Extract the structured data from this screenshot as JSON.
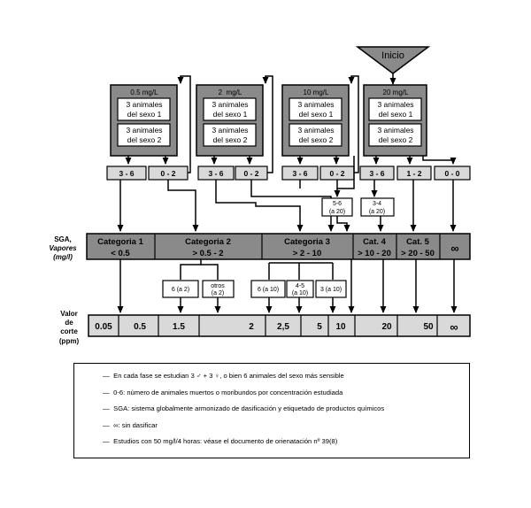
{
  "start_label": "Inicio",
  "concentrations": [
    "0.5 mg/L",
    "2  mg/L",
    "10 mg/L",
    "20 mg/L"
  ],
  "box_sex1": "3 animales del sexo 1",
  "box_sex2": "3 animales del sexo 2",
  "box_line1": "3 animales",
  "box_line2_s1": "del sexo 1",
  "box_line2_s2": "del sexo 2",
  "results": [
    "3 - 6",
    "0 - 2",
    "3 - 6",
    "0 - 2",
    "3 - 6",
    "0 - 2",
    "3 - 6",
    "1 - 2",
    "0 - 0"
  ],
  "sub_results_upper": [
    {
      "l1": "5-6",
      "l2": "(a 20)"
    },
    {
      "l1": "3-4",
      "l2": "(a 20)"
    }
  ],
  "sga_label": [
    "SGA,",
    "Vapores",
    "(mg/l)"
  ],
  "categories": [
    {
      "name": "Categoria 1",
      "range": "< 0.5"
    },
    {
      "name": "Categoria 2",
      "range": "> 0.5 - 2"
    },
    {
      "name": "Categoria 3",
      "range": "> 2 - 10"
    },
    {
      "name": "Cat. 4",
      "range": "> 10 - 20"
    },
    {
      "name": "Cat. 5",
      "range": "> 20 - 50"
    },
    {
      "name": "",
      "range": "∞"
    }
  ],
  "sub_results_lower": [
    {
      "l1": "6 (a 2)",
      "l2": ""
    },
    {
      "l1": "otros",
      "l2": "(a 2)"
    },
    {
      "l1": "6 (a 10)",
      "l2": ""
    },
    {
      "l1": "4-5",
      "l2": "(a 10)"
    },
    {
      "l1": "3 (a 10)",
      "l2": ""
    }
  ],
  "cutoff_label": [
    "Valor",
    "de",
    "corte",
    "(ppm)"
  ],
  "cutoffs": [
    "0.05",
    "0.5",
    "1.5",
    "2",
    "2,5",
    "5",
    "10",
    "20",
    "50",
    "∞"
  ],
  "legend": [
    "En cada fase se estudian 3 ♂ + 3 ♀, o bien 6 animales del sexo más sensible",
    "0-6: número de animales muertos o moribundos por concentración estudiada",
    "SGA: sistema globalmente armonizado de dasificación y etiquetado de productos químicos",
    "∞: sin dasificar",
    "Estudios con 50 mg/l/4 horas: véase el documento de orienatación nº 39(8)"
  ]
}
